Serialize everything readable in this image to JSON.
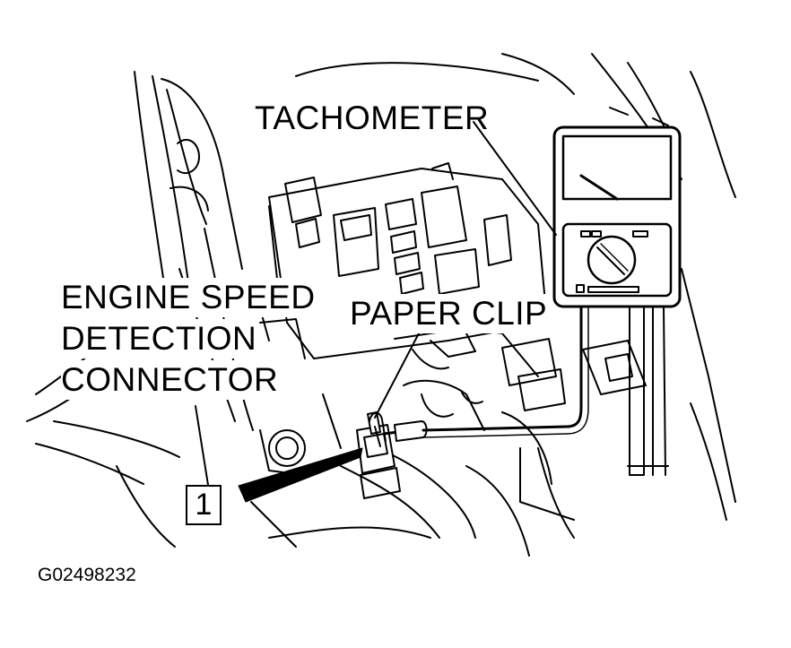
{
  "labels": {
    "tachometer": "TACHOMETER",
    "paper_clip": "PAPER CLIP",
    "connector_line1": "ENGINE SPEED",
    "connector_line2": "DETECTION",
    "connector_line3": "CONNECTOR"
  },
  "callout_number": "1",
  "figure_id": "G02498232",
  "colors": {
    "line": "#000000",
    "background": "#ffffff"
  }
}
